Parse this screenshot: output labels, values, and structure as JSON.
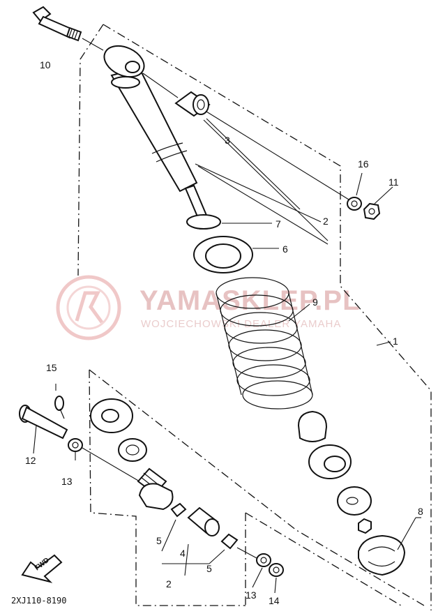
{
  "diagram_code": "2XJ110-8190",
  "watermark": {
    "title": "YAMASKLEP.PL",
    "subtitle": "WOJCIECHOWSKI DEALER YAMAHA"
  },
  "fwd_label": "FWD",
  "callouts": [
    {
      "id": "c1",
      "text": "1"
    },
    {
      "id": "c2a",
      "text": "2"
    },
    {
      "id": "c2b",
      "text": "2"
    },
    {
      "id": "c3",
      "text": "3"
    },
    {
      "id": "c4",
      "text": "4"
    },
    {
      "id": "c5a",
      "text": "5"
    },
    {
      "id": "c5b",
      "text": "5"
    },
    {
      "id": "c6",
      "text": "6"
    },
    {
      "id": "c7",
      "text": "7"
    },
    {
      "id": "c8",
      "text": "8"
    },
    {
      "id": "c9",
      "text": "9"
    },
    {
      "id": "c10",
      "text": "10"
    },
    {
      "id": "c11",
      "text": "11"
    },
    {
      "id": "c12",
      "text": "12"
    },
    {
      "id": "c13a",
      "text": "13"
    },
    {
      "id": "c13b",
      "text": "13"
    },
    {
      "id": "c14",
      "text": "14"
    },
    {
      "id": "c15",
      "text": "15"
    },
    {
      "id": "c16",
      "text": "16"
    }
  ]
}
